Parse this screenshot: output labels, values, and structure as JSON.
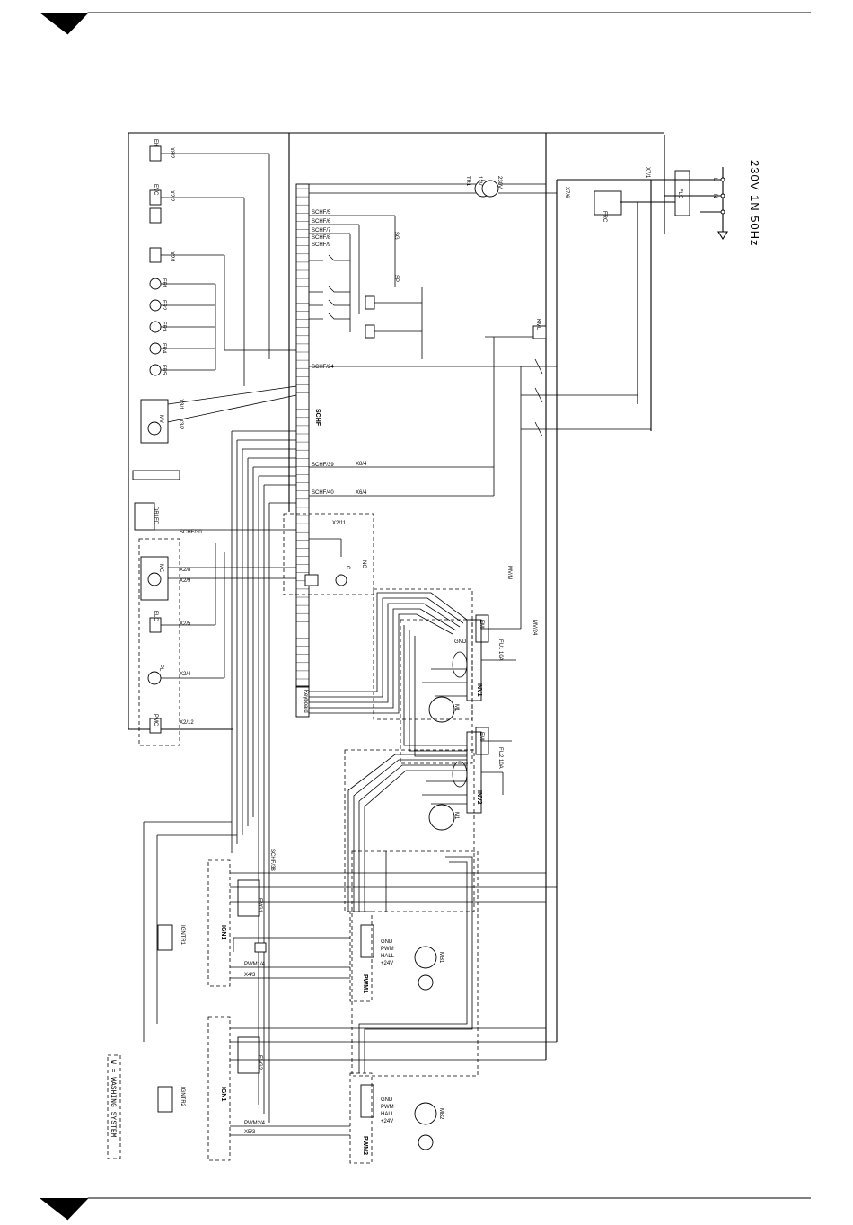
{
  "supply": {
    "text": "230V 1N 50Hz"
  },
  "legend": {
    "text": "W = WASHING SYSTEM"
  },
  "boards": {
    "schf": "SCHF",
    "ign1a": "IGN1",
    "ign1b": "IGN1",
    "pwm1": "PWM1",
    "pwm2": "PWM2",
    "inv1": "INV1",
    "inv2": "INV2",
    "keyboard": "Keyboard",
    "flc": "FLC"
  },
  "components": {
    "eh": "EH",
    "evc": "EVC",
    "frc": "FRC",
    "fr1": "FR1",
    "fr2": "FR2",
    "fr3": "FR3",
    "fr4": "FR4",
    "fr5": "FR5",
    "mv": "MV",
    "drled": "DRLED",
    "mc": "MC",
    "elc": "ELC",
    "pl": "PL",
    "pmc": "PMC",
    "kml": "KML",
    "evg1": "EVG1",
    "evg2": "EVG2",
    "igntr1": "IGNTR1",
    "igntr2": "IGNTR2",
    "mb1": "MB1",
    "mb2": "MB2",
    "m1": "M1",
    "m2": "M1",
    "tr": "TR1",
    "sg": "SG",
    "sp": "SP",
    "fu1": "FU1",
    "fu2": "FU2",
    "emi1": "EMI",
    "emi2": "EMI"
  },
  "net_labels": {
    "schf_5": "SCHF/5",
    "schf_6": "SCHF/6",
    "schf_7": "SCHF/7",
    "schf_8": "SCHF/8",
    "schf_9": "SCHF/9",
    "schf_24": "SCHF/24",
    "schf_30": "SCHF/30",
    "schf_38": "SCHF/38",
    "schf_39": "SCHF/39",
    "schf_40": "SCHF/40",
    "x8_2": "X8/2",
    "x2_2": "X2/2",
    "x2_1": "X2/1",
    "x3_1": "X3/1",
    "x3_2": "X3/2",
    "x2_8": "X2/8",
    "x2_9": "X2/9",
    "x2_5": "X2/5",
    "x2_4": "X2/4",
    "x2_12": "X2/12",
    "x2_11": "X2/11",
    "x8_4": "X8/4",
    "x6_4": "X6/4",
    "x7_1": "X7/1",
    "x7_6": "X7/6",
    "pwm1_4": "PWM1/4",
    "pwm2_4": "PWM2/4",
    "x4_3": "X4/3",
    "x5_3": "X5/3",
    "mv_n": "MV/N",
    "mv_24": "MV/24",
    "fu1_10a": "FU1 10A",
    "fu2_10a": "FU2 10A",
    "v230": "230V",
    "v12": "12V",
    "gnd": "GND",
    "pwm": "PWM",
    "hall": "HALL",
    "p24v": "+24V",
    "l": "L",
    "n": "N",
    "c": "C",
    "no": "NO"
  }
}
